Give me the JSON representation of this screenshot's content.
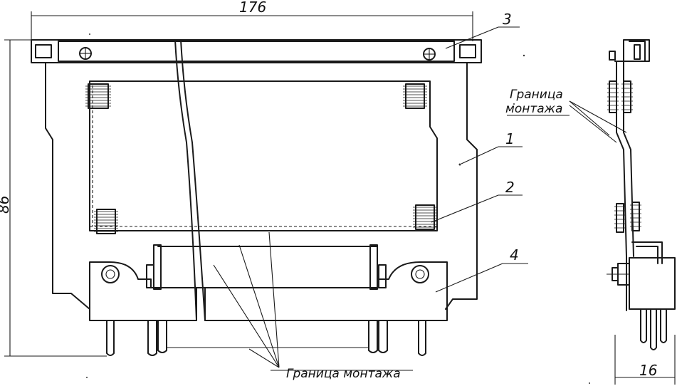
{
  "dimensions": {
    "width": "176",
    "height": "86",
    "depth": "16"
  },
  "callouts": {
    "board": "1",
    "chip": "2",
    "top_bar": "3",
    "connector": "4"
  },
  "labels": {
    "mount_boundary_main": "Граница монтажа",
    "mount_boundary_side_line1": "Граница",
    "mount_boundary_side_line2": "монтажа"
  }
}
